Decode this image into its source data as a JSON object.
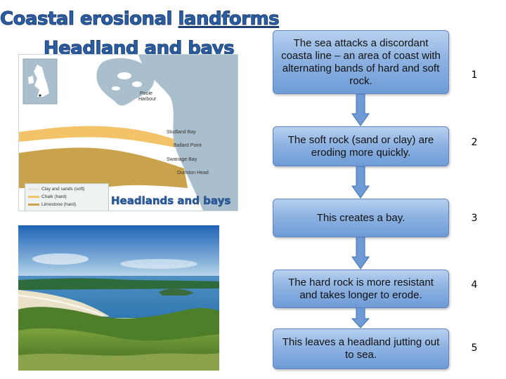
{
  "title": {
    "line1_prefix": "Coastal erosional ",
    "line1_underlined": "landforms",
    "line2": "Headland and bays"
  },
  "map": {
    "caption": "Headlands and bays",
    "labels": {
      "poole_harbour_1": "Poole",
      "poole_harbour_2": "Harbour",
      "studland_bay": "Studland Bay",
      "ballard_point": "Ballard Point",
      "swanage_bay": "Swanage Bay",
      "durlston_head": "Durlston Head"
    },
    "legend": [
      {
        "label": "Clay and sands (soft)",
        "color": "#e6e6e0"
      },
      {
        "label": "Chalk (hard)",
        "color": "#f3c36a"
      },
      {
        "label": "Limestone (hard)",
        "color": "#c9a24c"
      }
    ],
    "colors": {
      "sea": "#a9bfcd",
      "land": "#ffffff",
      "chalk": "#f3c36a",
      "limestone": "#c9a24c"
    }
  },
  "photo": {
    "colors": {
      "sky_top": "#1f63b8",
      "sky_bottom": "#cfe1ef",
      "sea": "#3a86bf",
      "grass": "#5f8b2c"
    }
  },
  "steps": [
    {
      "text": "The sea attacks a discordant coasta line – an area of coast with alternating bands of hard and soft rock.",
      "number": "1"
    },
    {
      "text": "The soft rock (sand or clay) are eroding more quickly.",
      "number": "2"
    },
    {
      "text": "This creates a bay.",
      "number": "3"
    },
    {
      "text": "The hard rock is more resistant and takes longer to erode.",
      "number": "4"
    },
    {
      "text": "This leaves a headland jutting out to sea.",
      "number": "5"
    }
  ],
  "colors": {
    "title": "#2b5fa5",
    "box": "#8eb3e2",
    "arrow": "#6e9bd6"
  }
}
